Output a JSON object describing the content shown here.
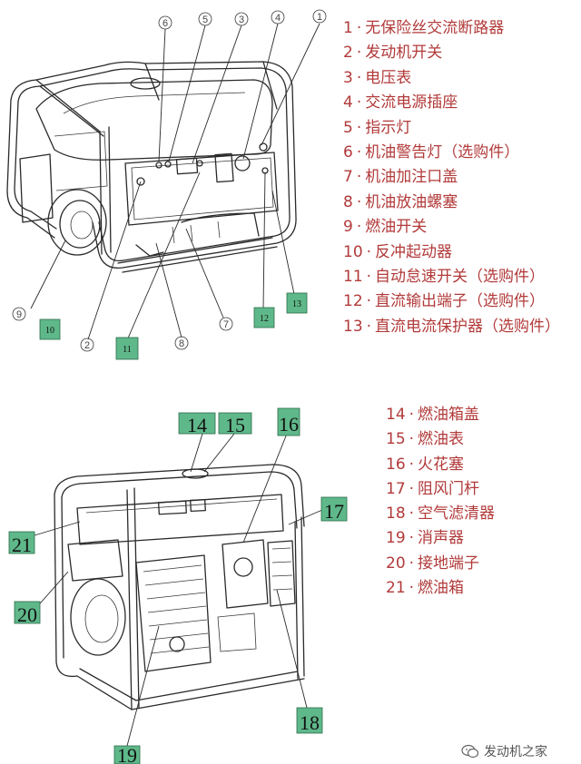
{
  "top_legend": [
    {
      "num": "1",
      "label": "无保险丝交流断路器"
    },
    {
      "num": "2",
      "label": "发动机开关"
    },
    {
      "num": "3",
      "label": "电压表"
    },
    {
      "num": "4",
      "label": "交流电源插座"
    },
    {
      "num": "5",
      "label": "指示灯"
    },
    {
      "num": "6",
      "label": "机油警告灯（选购件）"
    },
    {
      "num": "7",
      "label": "机油加注口盖"
    },
    {
      "num": "8",
      "label": "机油放油螺塞"
    },
    {
      "num": "9",
      "label": "燃油开关"
    },
    {
      "num": "10",
      "label": "反冲起动器"
    },
    {
      "num": "11",
      "label": "自动怠速开关（选购件）"
    },
    {
      "num": "12",
      "label": "直流输出端子（选购件）"
    },
    {
      "num": "13",
      "label": "直流电流保护器（选购件）"
    }
  ],
  "bottom_legend": [
    {
      "num": "14",
      "label": "燃油箱盖"
    },
    {
      "num": "15",
      "label": "燃油表"
    },
    {
      "num": "16",
      "label": "火花塞"
    },
    {
      "num": "17",
      "label": "阻风门杆"
    },
    {
      "num": "18",
      "label": "空气滤清器"
    },
    {
      "num": "19",
      "label": "消声器"
    },
    {
      "num": "20",
      "label": "接地端子"
    },
    {
      "num": "21",
      "label": "燃油箱"
    }
  ],
  "separator": "·",
  "watermark": "发动机之家",
  "colors": {
    "legend_text": "#b23a3a",
    "callout_box": "#5fb88a"
  }
}
